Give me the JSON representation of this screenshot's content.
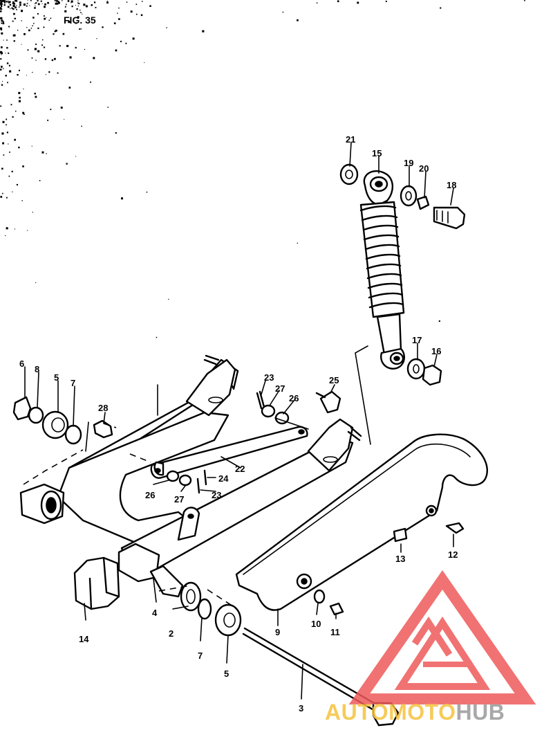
{
  "figure": {
    "title": "FIG. 35"
  },
  "callouts": {
    "c2": "2",
    "c3": "3",
    "c4": "4",
    "c5_left": "5",
    "c5_bottom": "5",
    "c6": "6",
    "c7_left": "7",
    "c7_bottom": "7",
    "c8": "8",
    "c9": "9",
    "c10": "10",
    "c11": "11",
    "c12": "12",
    "c13": "13",
    "c14": "14",
    "c15": "15",
    "c16": "16",
    "c17": "17",
    "c18": "18",
    "c19": "19",
    "c20": "20",
    "c21": "21",
    "c22": "22",
    "c23_top": "23",
    "c23_bottom": "23",
    "c24": "24",
    "c25": "25",
    "c26_top": "26",
    "c26_bottom": "26",
    "c27_top": "27",
    "c27_bottom": "27",
    "c28": "28"
  },
  "watermark": {
    "text_part1": "AUTOMOTO",
    "text_part2": "HUB",
    "color_primary": "#ef5a5a",
    "color_secondary": "#f5c23d",
    "color_gray": "#9a9a9a"
  }
}
